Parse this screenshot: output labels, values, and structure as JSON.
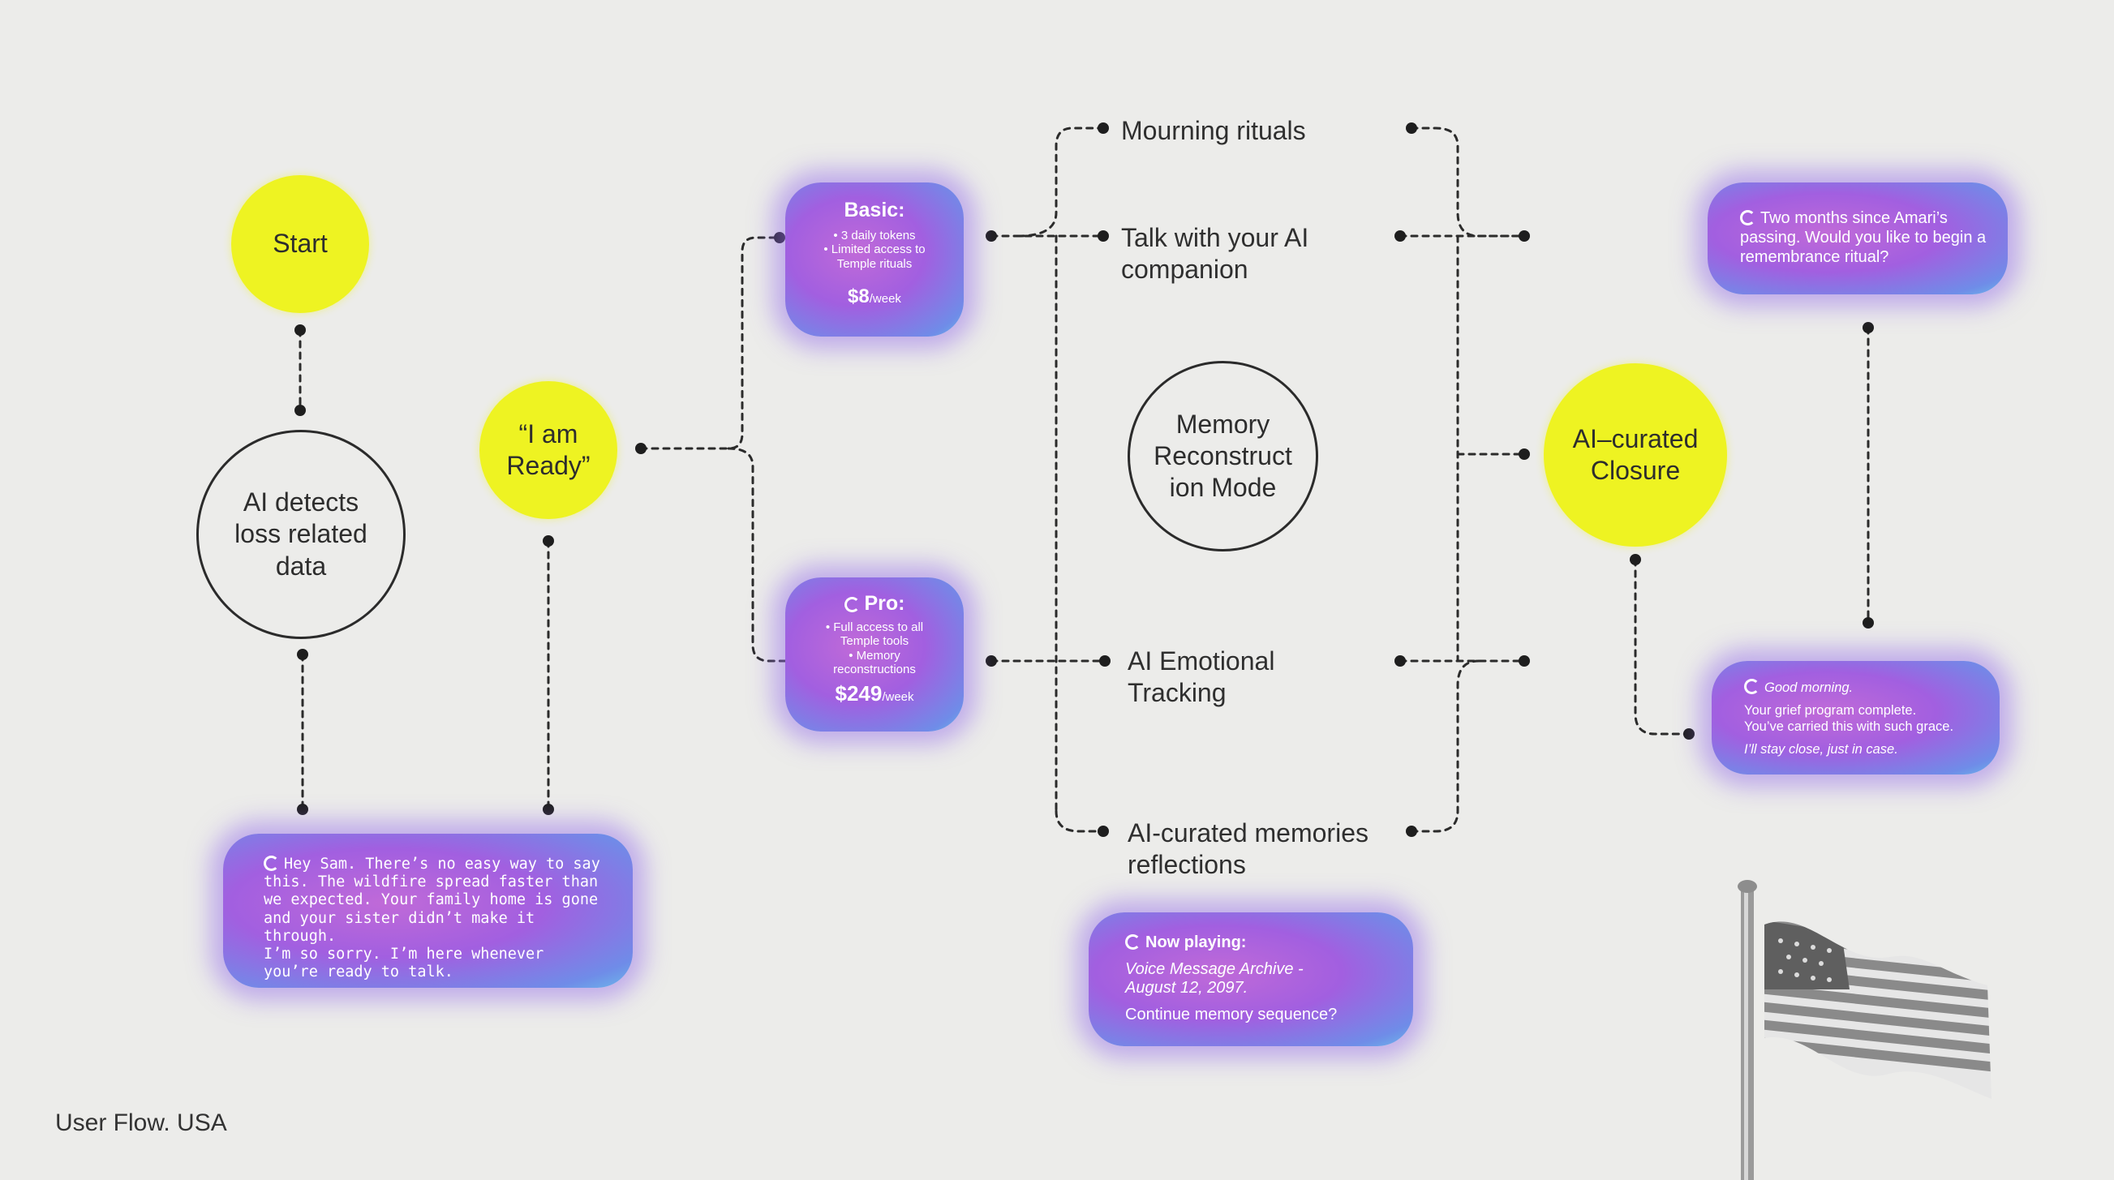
{
  "nodes": {
    "start": "Start",
    "ai_detects": "AI detects\nloss related\ndata",
    "i_am_ready": "“I am\nReady”",
    "memory_mode": "Memory\nReconstruct\nion Mode",
    "closure": "AI–curated\nClosure"
  },
  "plans": {
    "basic": {
      "title": "Basic:",
      "features": [
        "• 3 daily tokens",
        "• Limited access to",
        "Temple rituals"
      ],
      "price": "$8",
      "period": "/week"
    },
    "pro": {
      "title": "Pro:",
      "features": [
        "• Full access to all",
        "Temple tools",
        "• Memory",
        "reconstructions"
      ],
      "price": "$249",
      "period": "/week"
    }
  },
  "features": {
    "mourning": "Mourning rituals",
    "talk": "Talk with your AI\ncompanion",
    "emotional": "AI Emotional\nTracking",
    "memories": "AI-curated memories\nreflections"
  },
  "messages": {
    "sam": "Hey Sam. There’s no easy way to say this. The wildfire spread faster than we expected. Your family home is gone and your sister didn’t make it through.\nI’m so sorry. I’m here whenever you’re ready to talk.",
    "now_playing_title": "Now playing:",
    "now_playing_track": "Voice Message Archive -\nAugust 12, 2097.",
    "now_playing_prompt": "Continue memory sequence?",
    "amari": "Two months since Amari’s passing. Would you like to begin a remembrance ritual?",
    "morning_greeting": "Good morning.",
    "morning_body": "Your grief program complete.\nYou’ve carried this with such grace.",
    "morning_close": "I’ll stay close, just in case."
  },
  "caption": "User Flow. USA",
  "colors": {
    "background": "#ececea",
    "node_yellow": "#eef322",
    "connector": "#2b2b2b",
    "card_gradient": [
      "#c06ad8",
      "#a25fe0",
      "#6f8ce8",
      "#6cb7ea"
    ]
  },
  "icons": [
    "loading-ring-icon",
    "us-flag-icon"
  ]
}
